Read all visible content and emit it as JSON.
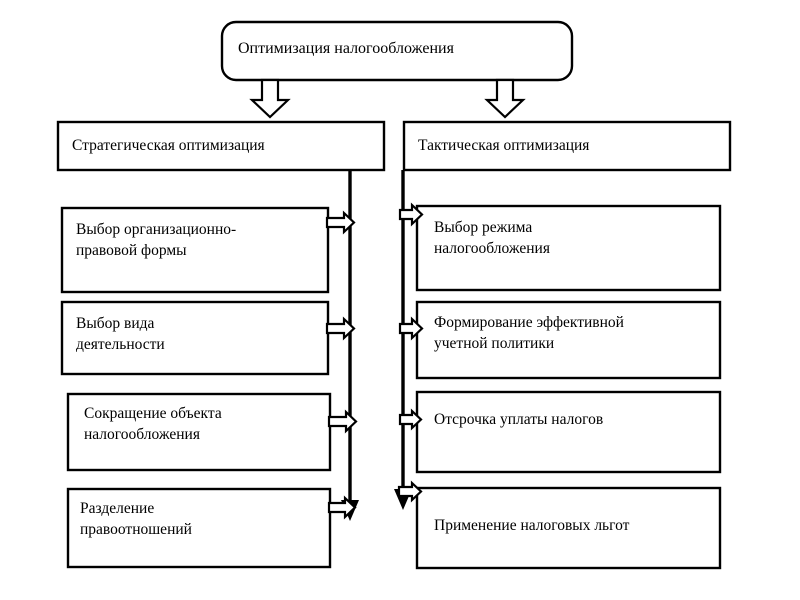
{
  "diagram": {
    "title_node": {
      "id": "optimization-root",
      "label": "Оптимизация налогообложения",
      "shape": "rounded-rectangle"
    },
    "branches": [
      {
        "id": "strategic",
        "label": "Стратегическая оптимизация",
        "side": "left",
        "arrow_direction": "left",
        "items": [
          {
            "id": "legal-form",
            "label": "Выбор организационно-\nправовой формы"
          },
          {
            "id": "activity-type",
            "label": "Выбор вида\nдеятельности"
          },
          {
            "id": "object-reduction",
            "label": "Сокращение объекта\nналогообложения"
          },
          {
            "id": "relations-split",
            "label": "Разделение\nправоотношений"
          }
        ]
      },
      {
        "id": "tactical",
        "label": "Тактическая оптимизация",
        "side": "right",
        "arrow_direction": "right",
        "items": [
          {
            "id": "tax-regime",
            "label": "Выбор режима\nналогообложения"
          },
          {
            "id": "accounting-policy",
            "label": "Формирование эффективной\nучетной политики"
          },
          {
            "id": "tax-deferral",
            "label": "Отсрочка уплаты налогов"
          },
          {
            "id": "tax-benefits",
            "label": "Применение налоговых льгот"
          }
        ]
      }
    ],
    "colors": {
      "stroke": "#000000",
      "fill": "#ffffff",
      "background": "#ffffff",
      "text": "#000000"
    },
    "connector_icons": {
      "root_to_strategic": "hollow-down-arrow-icon",
      "root_to_tactical": "hollow-down-arrow-icon",
      "spine_terminator": "solid-down-arrow-icon",
      "left_item_arrow": "hollow-left-arrow-icon",
      "right_item_arrow": "hollow-right-arrow-icon"
    }
  }
}
